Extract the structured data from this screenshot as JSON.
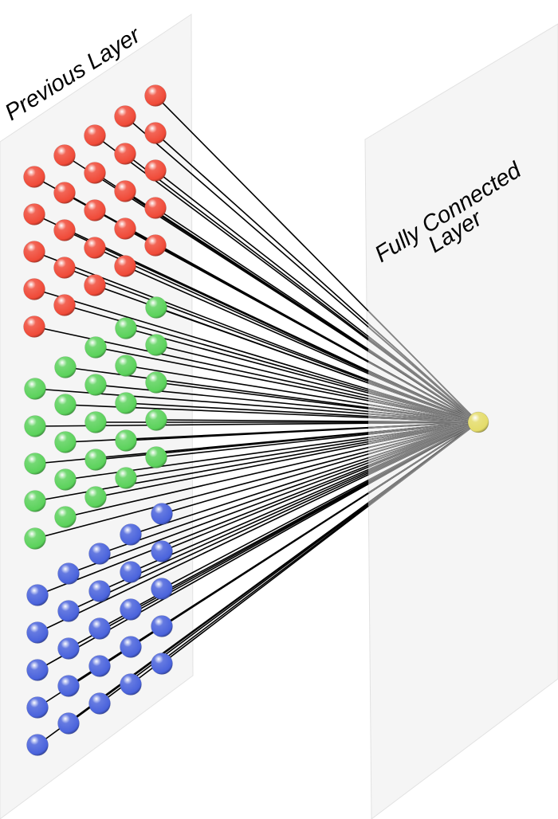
{
  "labels": {
    "previous_layer": "Previous Layer",
    "fc_line1": "Fully Connected",
    "fc_line2": "Layer"
  },
  "colors": {
    "panel_fill": "#f5f5f5",
    "panel_stroke": "#e2e2e2",
    "red": "#f04a38",
    "green": "#5bd25b",
    "blue": "#4a63dc",
    "output_node": "#e4dc6a",
    "edge_front": "#000000",
    "edge_back": "#888888"
  },
  "nodes": {
    "red_count": 25,
    "green_count": 25,
    "blue_count": 25,
    "output_count": 1
  }
}
